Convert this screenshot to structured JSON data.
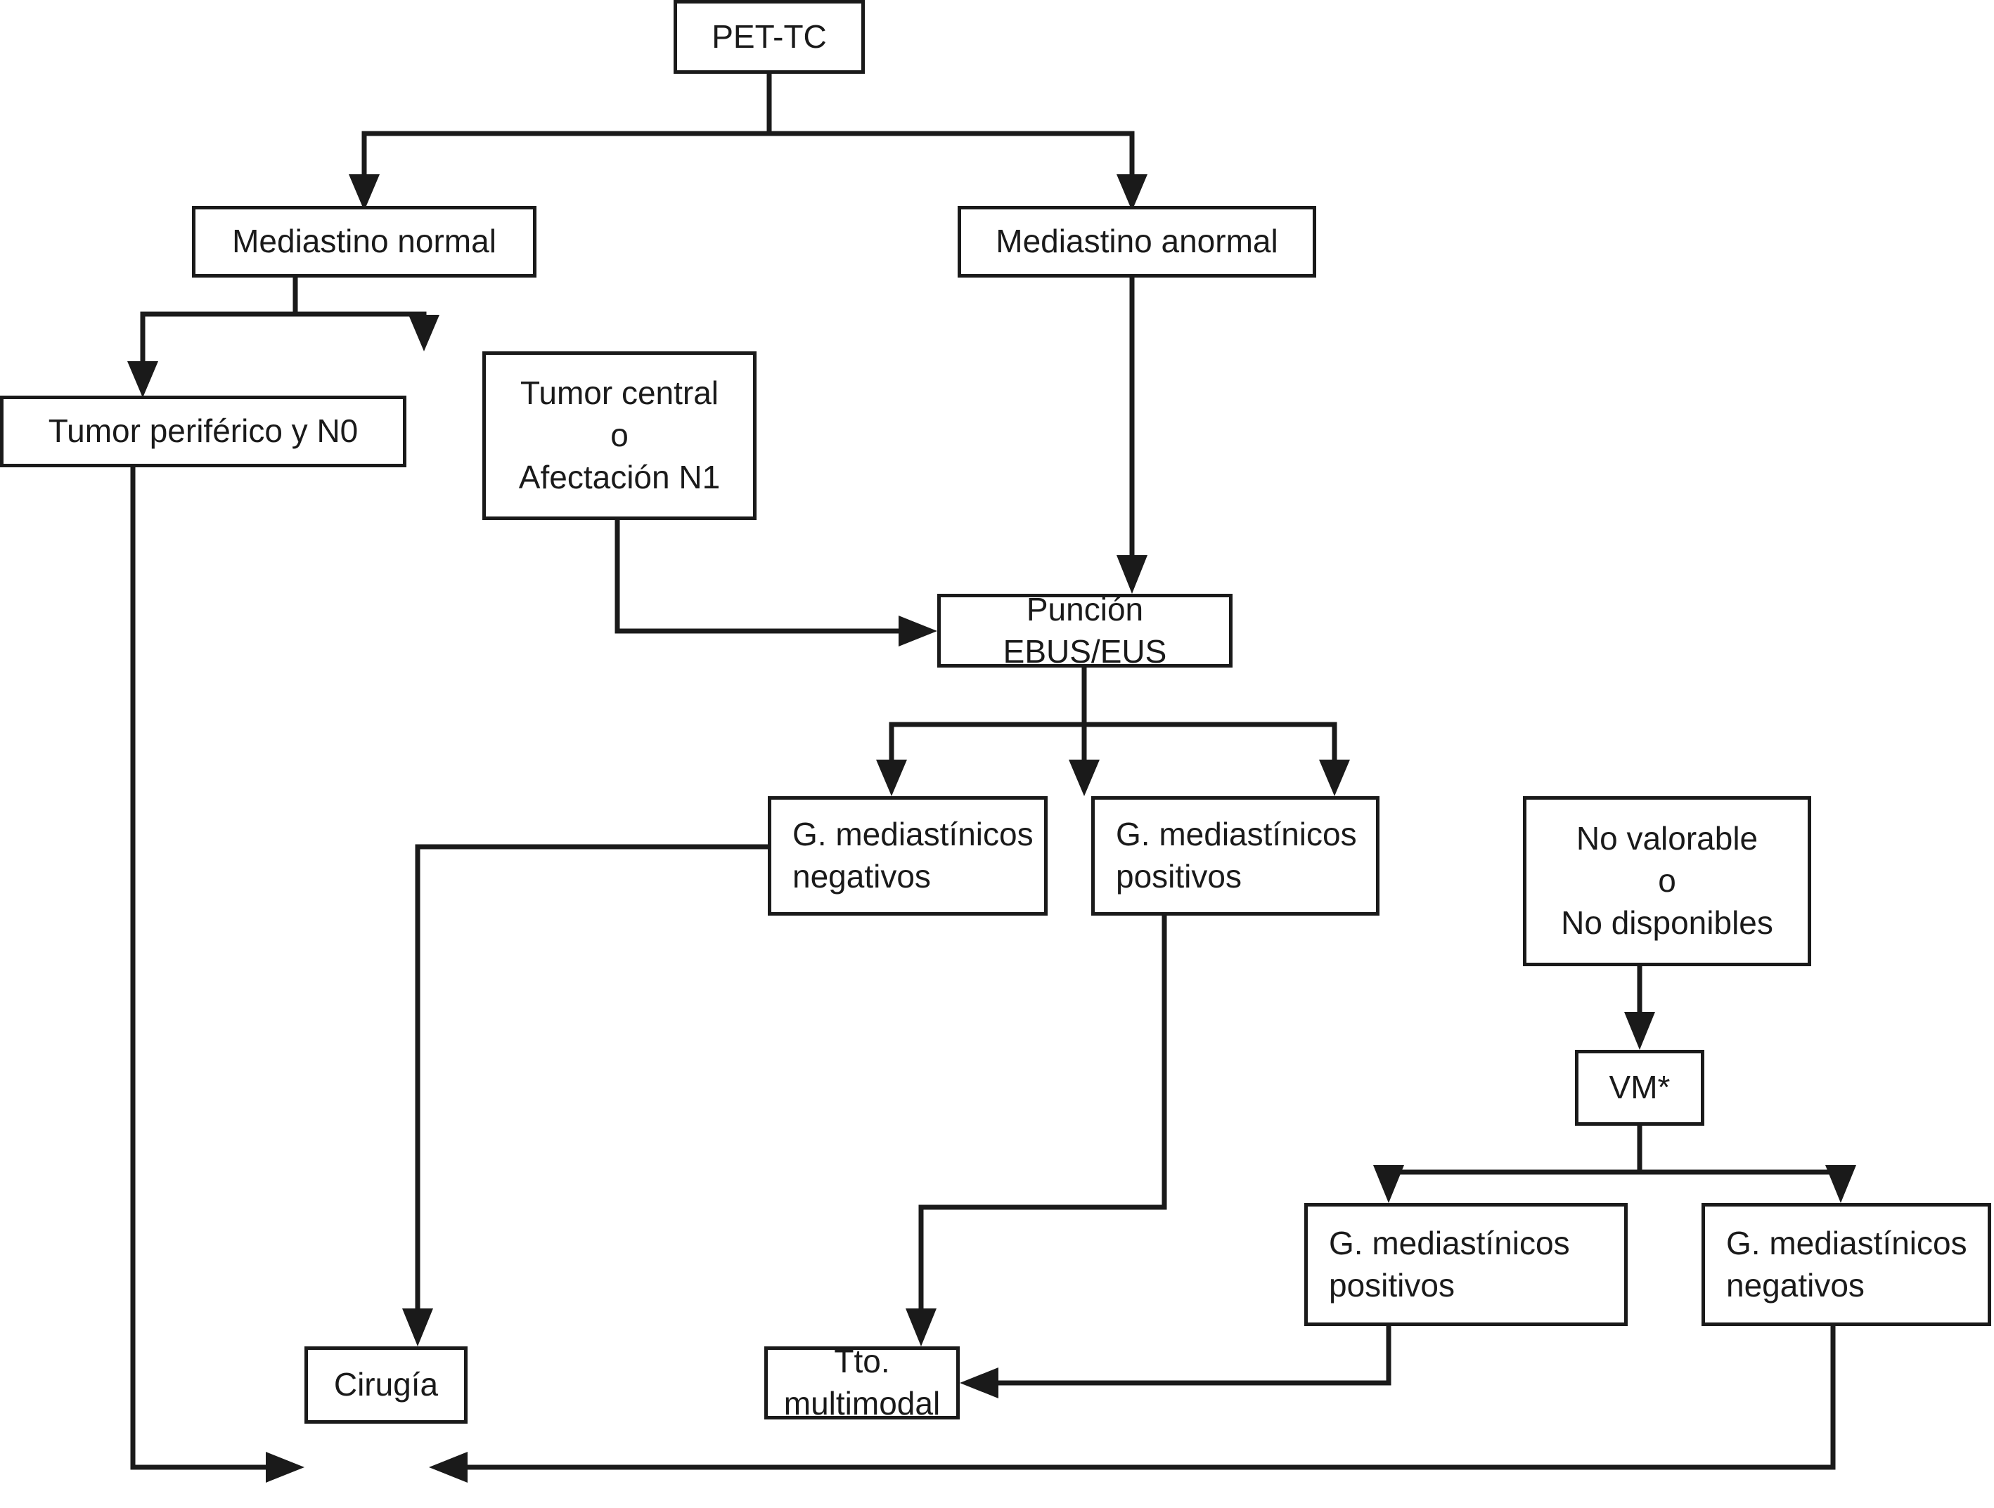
{
  "diagram": {
    "title": "Algoritmo de estadificación mediastínica PET-TC",
    "language": "es",
    "type": "flowchart",
    "stroke_color": "#1a1a1a",
    "background_color": "#ffffff"
  },
  "nodes": {
    "pet_tc": {
      "label": "PET-TC"
    },
    "mediastino_normal": {
      "label": "Mediastino normal"
    },
    "mediastino_anormal": {
      "label": "Mediastino anormal"
    },
    "tumor_periferico": {
      "label": "Tumor periférico y N0"
    },
    "tumor_central": {
      "line1": "Tumor central",
      "line2": "o",
      "line3": "Afectación N1"
    },
    "puncion": {
      "label": "Punción EBUS/EUS"
    },
    "ganglios_negativos": {
      "line1": "G. mediastínicos",
      "line2": "negativos"
    },
    "ganglios_positivos": {
      "line1": "G. mediastínicos",
      "line2": "positivos"
    },
    "no_valorable": {
      "line1": "No valorable",
      "line2": "o",
      "line3": "No disponibles"
    },
    "vm": {
      "label": "VM*"
    },
    "vm_ganglios_positivos": {
      "line1": "G. mediastínicos",
      "line2": "positivos"
    },
    "vm_ganglios_negativos": {
      "line1": "G. mediastínicos",
      "line2": "negativos"
    },
    "tto_multimodal": {
      "label": "Tto. multimodal"
    },
    "cirugia": {
      "label": "Cirugía"
    }
  },
  "edges": [
    {
      "from": "pet_tc",
      "to": "mediastino_normal"
    },
    {
      "from": "pet_tc",
      "to": "mediastino_anormal"
    },
    {
      "from": "mediastino_normal",
      "to": "tumor_periferico"
    },
    {
      "from": "mediastino_normal",
      "to": "tumor_central"
    },
    {
      "from": "mediastino_anormal",
      "to": "puncion"
    },
    {
      "from": "tumor_central",
      "to": "puncion"
    },
    {
      "from": "puncion",
      "to": "ganglios_negativos"
    },
    {
      "from": "puncion",
      "to": "ganglios_positivos"
    },
    {
      "from": "puncion",
      "to": "no_valorable"
    },
    {
      "from": "no_valorable",
      "to": "vm"
    },
    {
      "from": "vm",
      "to": "vm_ganglios_positivos"
    },
    {
      "from": "vm",
      "to": "vm_ganglios_negativos"
    },
    {
      "from": "ganglios_negativos",
      "to": "cirugia"
    },
    {
      "from": "ganglios_positivos",
      "to": "tto_multimodal"
    },
    {
      "from": "vm_ganglios_positivos",
      "to": "tto_multimodal"
    },
    {
      "from": "vm_ganglios_negativos",
      "to": "cirugia"
    },
    {
      "from": "tumor_periferico",
      "to": "cirugia"
    }
  ]
}
